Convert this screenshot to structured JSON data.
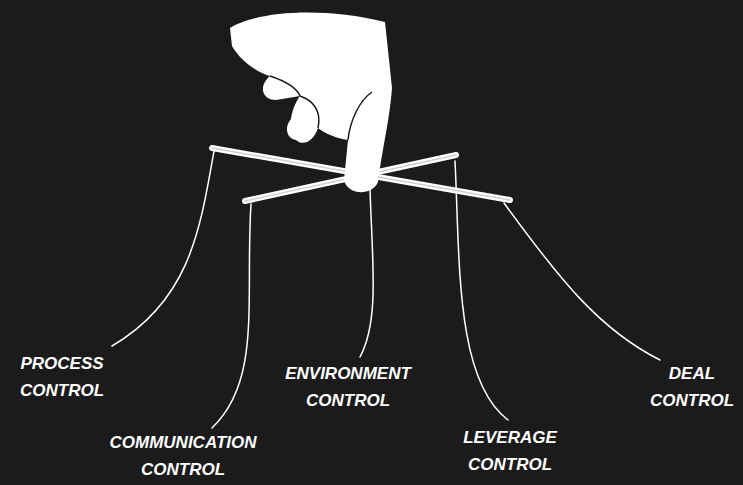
{
  "diagram": {
    "labels": [
      "PROCESS CONTROL",
      "COMMUNICATION CONTROL",
      "ENVIRONMENT CONTROL",
      "LEVERAGE CONTROL",
      "DEAL CONTROL"
    ]
  }
}
